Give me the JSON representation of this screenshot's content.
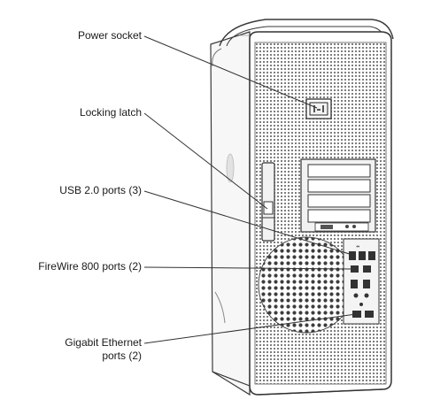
{
  "callouts": {
    "power_socket": "Power socket",
    "locking_latch": "Locking latch",
    "usb_ports": "USB 2.0 ports (3)",
    "firewire_ports": "FireWire 800 ports (2)",
    "ethernet_line1": "Gigabit Ethernet",
    "ethernet_line2": "ports (2)"
  },
  "colors": {
    "outline": "#3a3a3a",
    "leader": "#333333",
    "mesh": "#555555",
    "panel": "#f2f2f2"
  }
}
